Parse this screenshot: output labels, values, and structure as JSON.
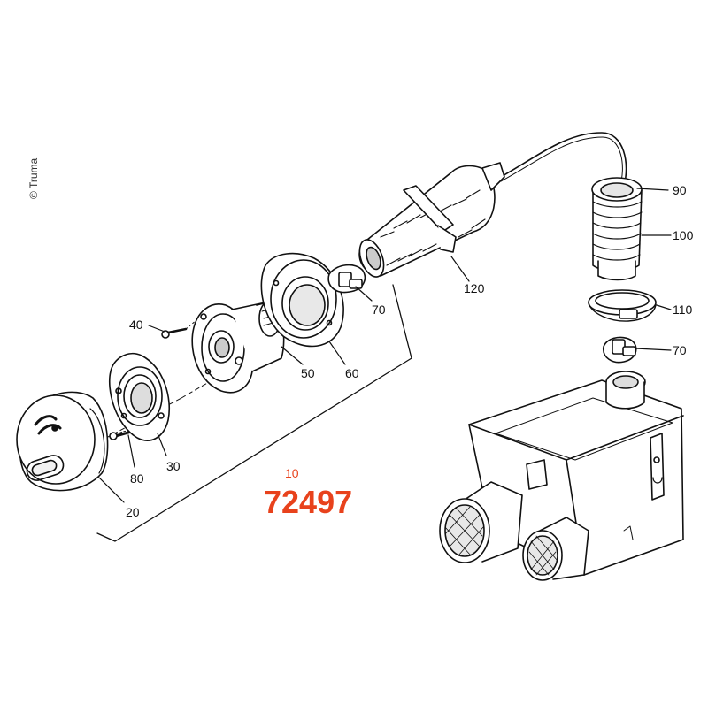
{
  "copyright": "© Truma",
  "assembly": {
    "position_label": "10",
    "part_number": "72497",
    "accent_color": "#e8421c"
  },
  "callouts": [
    {
      "id": "40",
      "label": "40"
    },
    {
      "id": "80",
      "label": "80"
    },
    {
      "id": "30",
      "label": "30"
    },
    {
      "id": "20",
      "label": "20"
    },
    {
      "id": "50",
      "label": "50"
    },
    {
      "id": "60",
      "label": "60"
    },
    {
      "id": "70a",
      "label": "70"
    },
    {
      "id": "120",
      "label": "120"
    },
    {
      "id": "90",
      "label": "90"
    },
    {
      "id": "100",
      "label": "100"
    },
    {
      "id": "110",
      "label": "110"
    },
    {
      "id": "70b",
      "label": "70"
    }
  ]
}
